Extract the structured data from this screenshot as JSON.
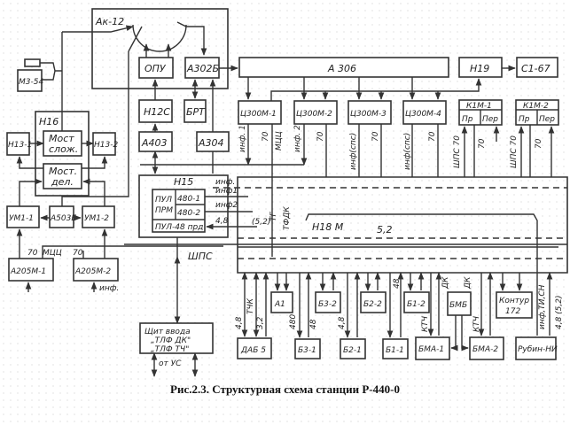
{
  "caption": "Рис.2.3. Структурная схема станции Р-440-0",
  "blocks": {
    "ak12": "Ак-12",
    "opu": "ОПУ",
    "a302b": "А302Б",
    "n12s": "Н12С",
    "brt": "БРТ",
    "a403": "А403",
    "a304": "А304",
    "a306": "А 306",
    "n19": "Н19",
    "s167": "С1-67",
    "ts300m1": "Ц300М-1",
    "ts300m2": "Ц300М-2",
    "ts300m3": "Ц300М-3",
    "ts300m4": "Ц300М-4",
    "k1m1": "К1М-1",
    "k1m2": "К1М-2",
    "pr": "Пр",
    "per": "Пер",
    "m354": "М3-54",
    "n16": "Н16",
    "n13_1": "Н13-1",
    "n13_2": "Н13-2",
    "most_slozh_1": "Мост",
    "most_slozh_2": "слож.",
    "most_del_1": "Мост.",
    "most_del_2": "дел.",
    "um1_1": "УМ1-1",
    "a503b": "А503Б",
    "um1_2": "УМ1-2",
    "a205m1": "А205М-1",
    "a205m2": "А205М-2",
    "n15": "Н15",
    "pul_prm_1": "ПУЛ",
    "pul_prm_2": "ПРМ",
    "ch480_1": "480-1",
    "ch480_2": "480-2",
    "pul48": "ПУЛ-48 прд",
    "n18m": "Н18 М",
    "shchit_1": "Щит ввода",
    "shchit_2": "„ТЛФ ДК\"",
    "shchit_3": "„ТЛФ ТЧ\"",
    "dab5": "ДАБ 5",
    "a1": "А1",
    "b3_1": "Б3-1",
    "b3_2": "Б3-2",
    "b2_1": "Б2-1",
    "b2_2": "Б2-2",
    "b1_1": "Б1-1",
    "b1_2": "Б1-2",
    "bmb": "БМБ",
    "bma1": "БМА-1",
    "bma2": "БМА-2",
    "kontur_1": "Контур",
    "kontur_2": "172",
    "rubin": "Рубин-НИ"
  },
  "labels": {
    "inf1": "инф. 1",
    "inf2": "инф. 2",
    "s70": "70",
    "mtsts": "МЦЦ",
    "inf_sps": "инф(спс)",
    "shps70": "ШПС 70",
    "inf": "инф.",
    "inf_1": "инф1",
    "inf_2": "инф2",
    "v48": "4,8",
    "v52p": "(5,2)",
    "v52": "5,2",
    "tg": "ТГ",
    "tdk": "ТФДК",
    "shps": "ШПС",
    "m70": "70",
    "mtsts2": "МЦЦ",
    "inf_dot": "инф.",
    "ot_us": "от УС",
    "tchk": "ТЧК",
    "v32": "3,2",
    "v480": "480",
    "v48b": "48",
    "ktch": "КТЧ",
    "dk": "ДК",
    "inf_ti_sn": "инф,ТИ,СН",
    "v48_52": "4,8 (5,2)"
  }
}
